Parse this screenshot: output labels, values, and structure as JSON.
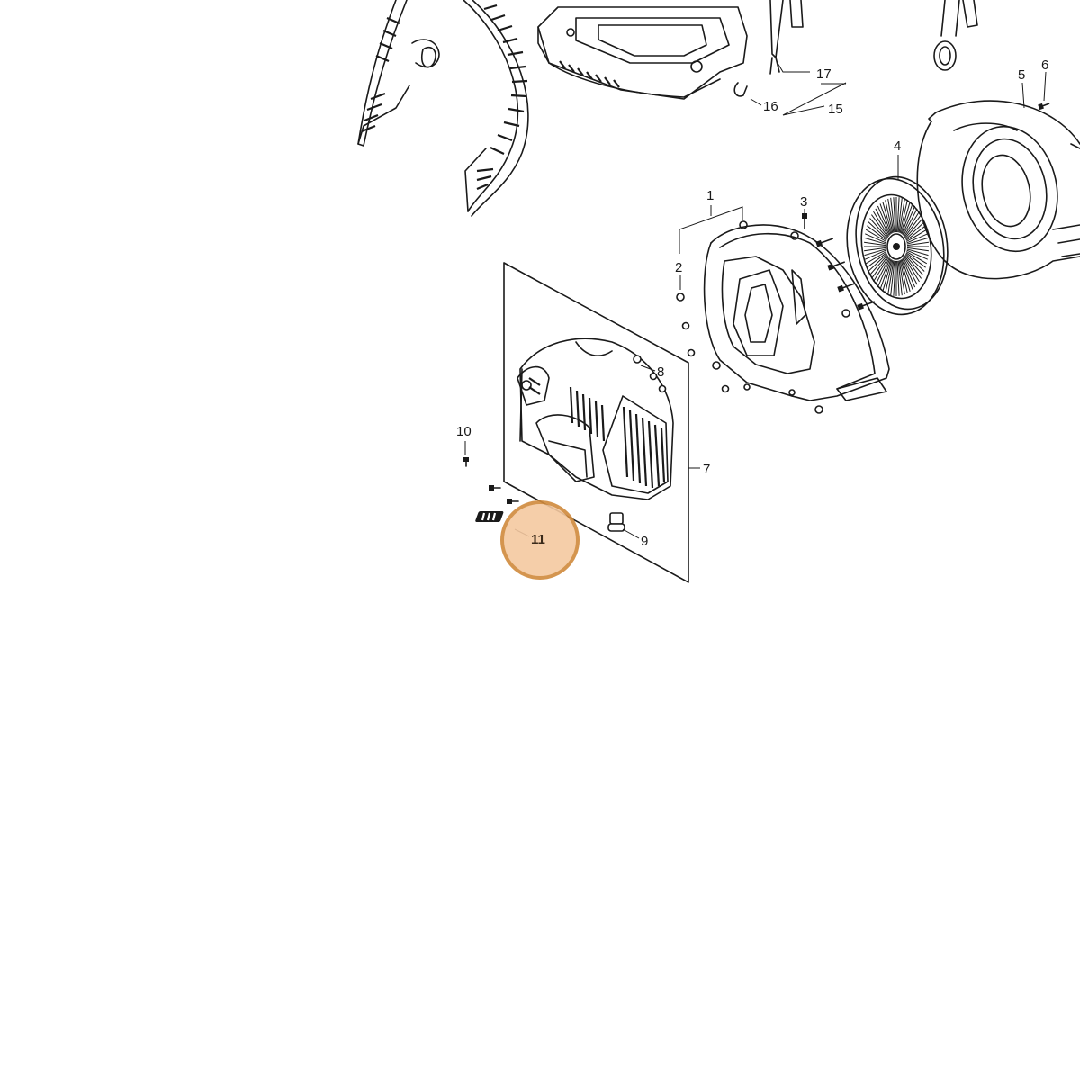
{
  "diagram": {
    "highlight_color": "#f5c9a0",
    "highlight_stroke": "#d08a3c",
    "highlighted_callout": "11",
    "callouts": [
      {
        "id": "c1",
        "text": "1"
      },
      {
        "id": "c2",
        "text": "2"
      },
      {
        "id": "c3",
        "text": "3"
      },
      {
        "id": "c4",
        "text": "4"
      },
      {
        "id": "c5",
        "text": "5"
      },
      {
        "id": "c6",
        "text": "6"
      },
      {
        "id": "c7",
        "text": "7"
      },
      {
        "id": "c8",
        "text": "8"
      },
      {
        "id": "c9",
        "text": "9"
      },
      {
        "id": "c10",
        "text": "10"
      },
      {
        "id": "c11",
        "text": "11"
      },
      {
        "id": "c15",
        "text": "15"
      },
      {
        "id": "c16",
        "text": "16"
      },
      {
        "id": "c17",
        "text": "17"
      }
    ]
  }
}
